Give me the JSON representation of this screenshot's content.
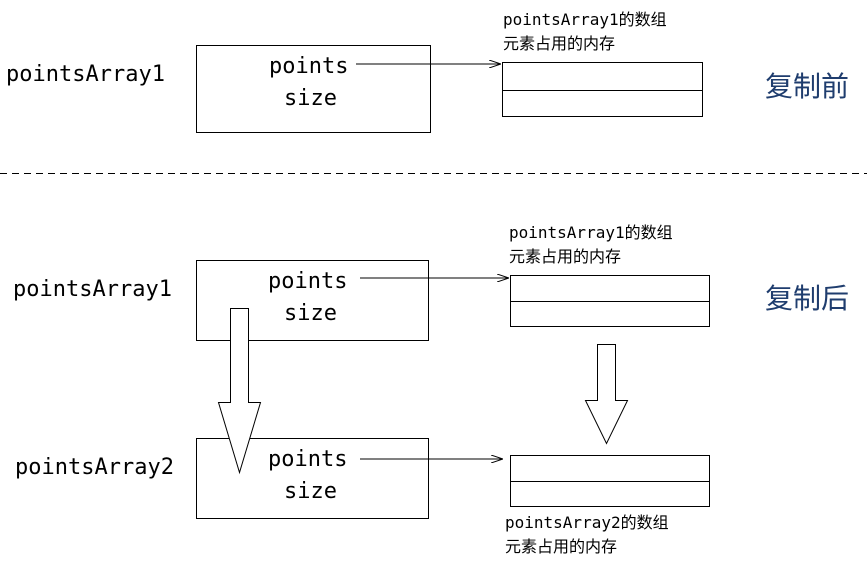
{
  "before": {
    "phase_label": "复制前",
    "object_label": "pointsArray1",
    "fields": [
      "points",
      "size"
    ],
    "memory_caption": [
      "pointsArray1的数组",
      "元素占用的内存"
    ]
  },
  "after": {
    "phase_label": "复制后",
    "source": {
      "object_label": "pointsArray1",
      "fields": [
        "points",
        "size"
      ],
      "memory_caption": [
        "pointsArray1的数组",
        "元素占用的内存"
      ]
    },
    "copy": {
      "object_label": "pointsArray2",
      "fields": [
        "points",
        "size"
      ],
      "memory_caption": [
        "pointsArray2的数组",
        "元素占用的内存"
      ]
    }
  },
  "colors": {
    "phase_text": "#1f3d6e",
    "line": "#000000"
  }
}
